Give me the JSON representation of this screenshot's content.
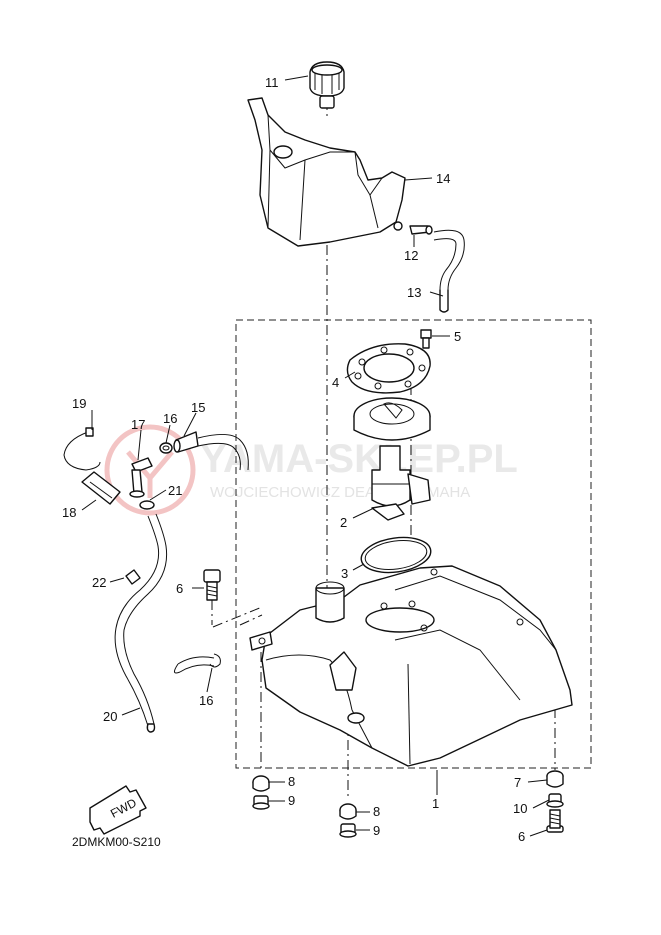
{
  "diagram": {
    "code": "2DMKM00-S210",
    "fwd_label": "FWD",
    "watermark": {
      "title": "YAMA-SKLEP.PL",
      "subtitle": "WOJCIECHOWICZ DEALER YAMAHA"
    },
    "callouts": {
      "c1": "1",
      "c2": "2",
      "c3": "3",
      "c4": "4",
      "c5": "5",
      "c6a": "6",
      "c6b": "6",
      "c7": "7",
      "c8a": "8",
      "c8b": "8",
      "c9a": "9",
      "c9b": "9",
      "c10": "10",
      "c11": "11",
      "c12": "12",
      "c13": "13",
      "c14": "14",
      "c15": "15",
      "c16a": "16",
      "c16b": "16",
      "c17": "17",
      "c18": "18",
      "c19": "19",
      "c20": "20",
      "c21": "21",
      "c22": "22"
    }
  },
  "colors": {
    "line": "#111111",
    "watermark": "#e9e9e9",
    "logo": "#f3c4c4"
  }
}
